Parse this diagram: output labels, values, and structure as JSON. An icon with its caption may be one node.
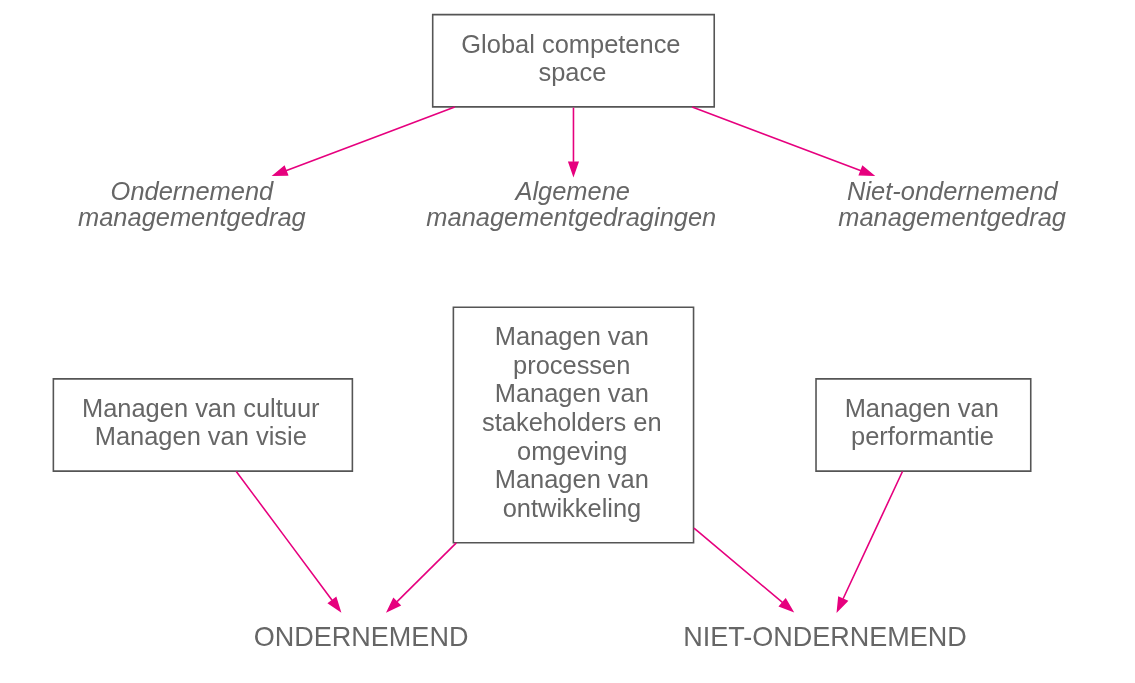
{
  "diagram": {
    "nodes": [
      {
        "text": [
          "Global competence space"
        ]
      },
      {
        "text": [
          "Ondernemend managementgedrag"
        ]
      },
      {
        "text": [
          "Algemene managementgedragingen"
        ]
      },
      {
        "text": [
          "Niet-ondernemend managementgedrag"
        ]
      },
      {
        "text": [
          "Managen van cultuur",
          "Managen van visie"
        ]
      },
      {
        "text": [
          "Managen van processen",
          "Managen van stakeholders en omgeving",
          "Managen van ontwikkeling"
        ]
      },
      {
        "text": [
          "Managen van performantie"
        ]
      },
      {
        "text": [
          "ONDERNEMEND"
        ]
      },
      {
        "text": [
          "NIET-ONDERNEMEND"
        ]
      }
    ],
    "edges": [
      {
        "from": 0,
        "to": 1,
        "arrow": "to"
      },
      {
        "from": 0,
        "to": 2,
        "arrow": "to"
      },
      {
        "from": 0,
        "to": 3,
        "arrow": "to"
      },
      {
        "from": 4,
        "to": 7,
        "arrow": "to"
      },
      {
        "from": 5,
        "to": 7,
        "arrow": "to"
      },
      {
        "from": 5,
        "to": 8,
        "arrow": "to"
      },
      {
        "from": 6,
        "to": 8,
        "arrow": "to"
      }
    ]
  }
}
